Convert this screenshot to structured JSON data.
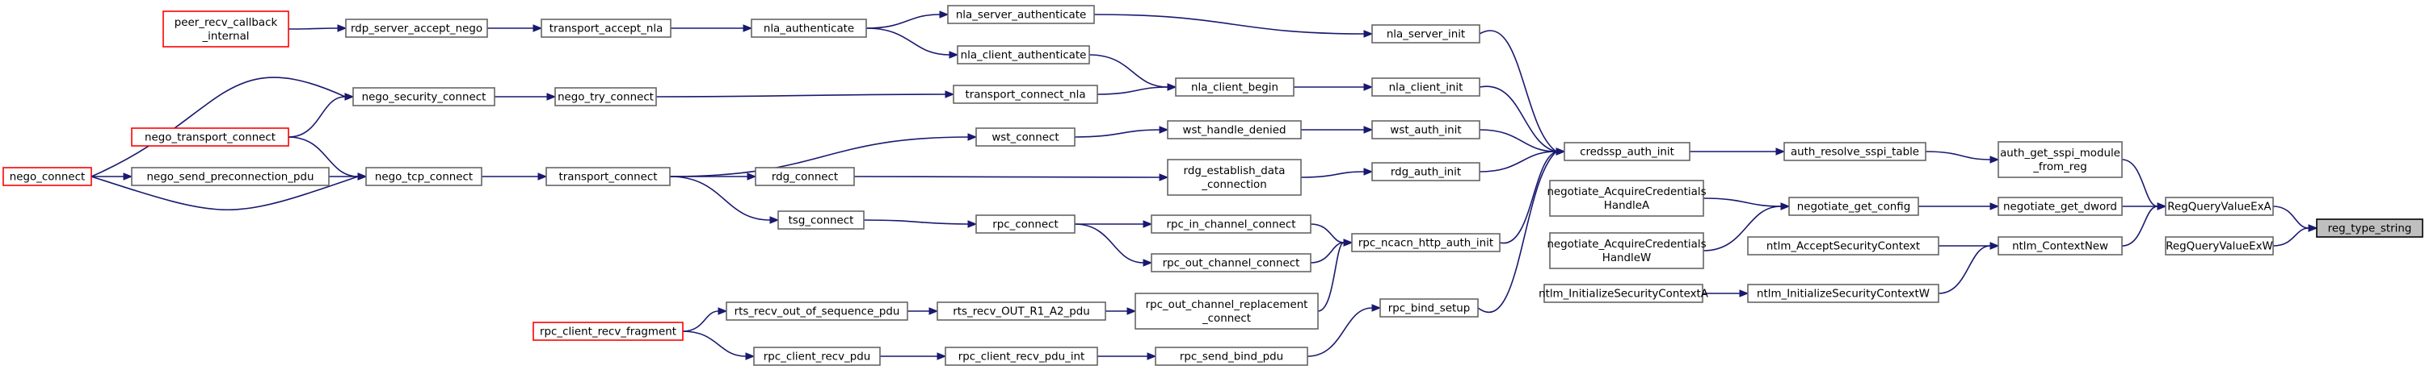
{
  "nodes": [
    {
      "id": "reg_type_string",
      "lines": [
        "reg_type_string"
      ],
      "style": "root"
    },
    {
      "id": "RegQueryValueExA",
      "lines": [
        "RegQueryValueExA"
      ]
    },
    {
      "id": "RegQueryValueExW",
      "lines": [
        "RegQueryValueExW"
      ]
    },
    {
      "id": "auth_get_sspi_module_from_reg",
      "lines": [
        "auth_get_sspi_module",
        "_from_reg"
      ]
    },
    {
      "id": "negotiate_get_dword",
      "lines": [
        "negotiate_get_dword"
      ]
    },
    {
      "id": "ntlm_ContextNew",
      "lines": [
        "ntlm_ContextNew"
      ]
    },
    {
      "id": "auth_resolve_sspi_table",
      "lines": [
        "auth_resolve_sspi_table"
      ]
    },
    {
      "id": "negotiate_get_config",
      "lines": [
        "negotiate_get_config"
      ]
    },
    {
      "id": "ntlm_AcceptSecurityContext",
      "lines": [
        "ntlm_AcceptSecurityContext"
      ]
    },
    {
      "id": "ntlm_InitializeSecurityContextW",
      "lines": [
        "ntlm_InitializeSecurityContextW"
      ]
    },
    {
      "id": "ntlm_InitializeSecurityContextA",
      "lines": [
        "ntlm_InitializeSecurityContextA"
      ]
    },
    {
      "id": "credssp_auth_init",
      "lines": [
        "credssp_auth_init"
      ]
    },
    {
      "id": "negotiate_AcquireCredentialsHandleA",
      "lines": [
        "negotiate_AcquireCredentials",
        "HandleA"
      ]
    },
    {
      "id": "negotiate_AcquireCredentialsHandleW",
      "lines": [
        "negotiate_AcquireCredentials",
        "HandleW"
      ]
    },
    {
      "id": "nla_server_init",
      "lines": [
        "nla_server_init"
      ]
    },
    {
      "id": "nla_client_init",
      "lines": [
        "nla_client_init"
      ]
    },
    {
      "id": "wst_auth_init",
      "lines": [
        "wst_auth_init"
      ]
    },
    {
      "id": "rdg_auth_init",
      "lines": [
        "rdg_auth_init"
      ]
    },
    {
      "id": "rpc_ncacn_http_auth_init",
      "lines": [
        "rpc_ncacn_http_auth_init"
      ]
    },
    {
      "id": "rpc_bind_setup",
      "lines": [
        "rpc_bind_setup"
      ]
    },
    {
      "id": "nla_server_authenticate",
      "lines": [
        "nla_server_authenticate"
      ]
    },
    {
      "id": "nla_client_begin",
      "lines": [
        "nla_client_begin"
      ]
    },
    {
      "id": "wst_handle_denied",
      "lines": [
        "wst_handle_denied"
      ]
    },
    {
      "id": "rdg_establish_data_connection",
      "lines": [
        "rdg_establish_data",
        "_connection"
      ]
    },
    {
      "id": "rpc_in_channel_connect",
      "lines": [
        "rpc_in_channel_connect"
      ]
    },
    {
      "id": "rpc_out_channel_connect",
      "lines": [
        "rpc_out_channel_connect"
      ]
    },
    {
      "id": "rpc_out_channel_replacement_connect",
      "lines": [
        "rpc_out_channel_replacement",
        "_connect"
      ]
    },
    {
      "id": "rpc_send_bind_pdu",
      "lines": [
        "rpc_send_bind_pdu"
      ]
    },
    {
      "id": "nla_authenticate",
      "lines": [
        "nla_authenticate"
      ]
    },
    {
      "id": "nla_client_authenticate",
      "lines": [
        "nla_client_authenticate"
      ]
    },
    {
      "id": "transport_connect_nla",
      "lines": [
        "transport_connect_nla"
      ]
    },
    {
      "id": "wst_connect",
      "lines": [
        "wst_connect"
      ]
    },
    {
      "id": "rdg_connect",
      "lines": [
        "rdg_connect"
      ]
    },
    {
      "id": "rpc_connect",
      "lines": [
        "rpc_connect"
      ]
    },
    {
      "id": "rts_recv_OUT_R1_A2_pdu",
      "lines": [
        "rts_recv_OUT_R1_A2_pdu"
      ]
    },
    {
      "id": "rpc_client_recv_pdu_int",
      "lines": [
        "rpc_client_recv_pdu_int"
      ]
    },
    {
      "id": "transport_accept_nla",
      "lines": [
        "transport_accept_nla"
      ]
    },
    {
      "id": "nego_try_connect",
      "lines": [
        "nego_try_connect"
      ]
    },
    {
      "id": "transport_connect",
      "lines": [
        "transport_connect"
      ]
    },
    {
      "id": "tsg_connect",
      "lines": [
        "tsg_connect"
      ]
    },
    {
      "id": "rts_recv_out_of_sequence_pdu",
      "lines": [
        "rts_recv_out_of_sequence_pdu"
      ]
    },
    {
      "id": "rpc_client_recv_pdu",
      "lines": [
        "rpc_client_recv_pdu"
      ]
    },
    {
      "id": "rdp_server_accept_nego",
      "lines": [
        "rdp_server_accept_nego"
      ]
    },
    {
      "id": "nego_security_connect",
      "lines": [
        "nego_security_connect"
      ]
    },
    {
      "id": "nego_tcp_connect",
      "lines": [
        "nego_tcp_connect"
      ]
    },
    {
      "id": "rpc_client_recv_fragment",
      "lines": [
        "rpc_client_recv_fragment"
      ],
      "style": "red"
    },
    {
      "id": "peer_recv_callback_internal",
      "lines": [
        "peer_recv_callback",
        "_internal"
      ],
      "style": "red"
    },
    {
      "id": "nego_transport_connect",
      "lines": [
        "nego_transport_connect"
      ],
      "style": "red"
    },
    {
      "id": "nego_send_preconnection_pdu",
      "lines": [
        "nego_send_preconnection_pdu"
      ]
    },
    {
      "id": "nego_connect",
      "lines": [
        "nego_connect"
      ],
      "style": "red"
    }
  ],
  "edges": [
    {
      "from": "reg_type_string",
      "to": "RegQueryValueExA"
    },
    {
      "from": "reg_type_string",
      "to": "RegQueryValueExW"
    },
    {
      "from": "RegQueryValueExA",
      "to": "auth_get_sspi_module_from_reg"
    },
    {
      "from": "RegQueryValueExA",
      "to": "negotiate_get_dword"
    },
    {
      "from": "RegQueryValueExA",
      "to": "ntlm_ContextNew"
    },
    {
      "from": "auth_get_sspi_module_from_reg",
      "to": "auth_resolve_sspi_table"
    },
    {
      "from": "negotiate_get_dword",
      "to": "negotiate_get_config"
    },
    {
      "from": "ntlm_ContextNew",
      "to": "ntlm_AcceptSecurityContext"
    },
    {
      "from": "ntlm_ContextNew",
      "to": "ntlm_InitializeSecurityContextW"
    },
    {
      "from": "ntlm_InitializeSecurityContextW",
      "to": "ntlm_InitializeSecurityContextA"
    },
    {
      "from": "auth_resolve_sspi_table",
      "to": "credssp_auth_init"
    },
    {
      "from": "negotiate_get_config",
      "to": "negotiate_AcquireCredentialsHandleA"
    },
    {
      "from": "negotiate_get_config",
      "to": "negotiate_AcquireCredentialsHandleW"
    },
    {
      "from": "credssp_auth_init",
      "to": "nla_server_init"
    },
    {
      "from": "credssp_auth_init",
      "to": "nla_client_init"
    },
    {
      "from": "credssp_auth_init",
      "to": "wst_auth_init"
    },
    {
      "from": "credssp_auth_init",
      "to": "rdg_auth_init"
    },
    {
      "from": "credssp_auth_init",
      "to": "rpc_ncacn_http_auth_init"
    },
    {
      "from": "credssp_auth_init",
      "to": "rpc_bind_setup"
    },
    {
      "from": "nla_server_init",
      "to": "nla_server_authenticate"
    },
    {
      "from": "nla_client_init",
      "to": "nla_client_begin"
    },
    {
      "from": "wst_auth_init",
      "to": "wst_handle_denied"
    },
    {
      "from": "rdg_auth_init",
      "to": "rdg_establish_data_connection"
    },
    {
      "from": "rpc_ncacn_http_auth_init",
      "to": "rpc_in_channel_connect"
    },
    {
      "from": "rpc_ncacn_http_auth_init",
      "to": "rpc_out_channel_connect"
    },
    {
      "from": "rpc_ncacn_http_auth_init",
      "to": "rpc_out_channel_replacement_connect"
    },
    {
      "from": "rpc_bind_setup",
      "to": "rpc_send_bind_pdu"
    },
    {
      "from": "nla_server_authenticate",
      "to": "nla_authenticate"
    },
    {
      "from": "nla_client_begin",
      "to": "nla_client_authenticate"
    },
    {
      "from": "nla_client_begin",
      "to": "transport_connect_nla"
    },
    {
      "from": "nla_client_authenticate",
      "to": "nla_authenticate"
    },
    {
      "from": "wst_handle_denied",
      "to": "wst_connect"
    },
    {
      "from": "rdg_establish_data_connection",
      "to": "rdg_connect"
    },
    {
      "from": "rpc_in_channel_connect",
      "to": "rpc_connect"
    },
    {
      "from": "rpc_out_channel_connect",
      "to": "rpc_connect"
    },
    {
      "from": "rpc_out_channel_replacement_connect",
      "to": "rts_recv_OUT_R1_A2_pdu"
    },
    {
      "from": "rpc_send_bind_pdu",
      "to": "rpc_client_recv_pdu_int"
    },
    {
      "from": "nla_authenticate",
      "to": "transport_accept_nla"
    },
    {
      "from": "transport_connect_nla",
      "to": "nego_try_connect"
    },
    {
      "from": "wst_connect",
      "to": "transport_connect"
    },
    {
      "from": "rdg_connect",
      "to": "transport_connect"
    },
    {
      "from": "rpc_connect",
      "to": "tsg_connect"
    },
    {
      "from": "rts_recv_OUT_R1_A2_pdu",
      "to": "rts_recv_out_of_sequence_pdu"
    },
    {
      "from": "rpc_client_recv_pdu_int",
      "to": "rpc_client_recv_pdu"
    },
    {
      "from": "transport_accept_nla",
      "to": "rdp_server_accept_nego"
    },
    {
      "from": "nego_try_connect",
      "to": "nego_security_connect"
    },
    {
      "from": "transport_connect",
      "to": "nego_tcp_connect"
    },
    {
      "from": "tsg_connect",
      "to": "transport_connect"
    },
    {
      "from": "rts_recv_out_of_sequence_pdu",
      "to": "rpc_client_recv_fragment"
    },
    {
      "from": "rpc_client_recv_pdu",
      "to": "rpc_client_recv_fragment"
    },
    {
      "from": "rdp_server_accept_nego",
      "to": "peer_recv_callback_internal"
    },
    {
      "from": "nego_security_connect",
      "to": "nego_connect"
    },
    {
      "from": "nego_security_connect",
      "to": "nego_transport_connect"
    },
    {
      "from": "nego_tcp_connect",
      "to": "nego_transport_connect"
    },
    {
      "from": "nego_tcp_connect",
      "to": "nego_send_preconnection_pdu"
    },
    {
      "from": "nego_tcp_connect",
      "to": "nego_connect"
    },
    {
      "from": "nego_send_preconnection_pdu",
      "to": "nego_connect"
    }
  ]
}
